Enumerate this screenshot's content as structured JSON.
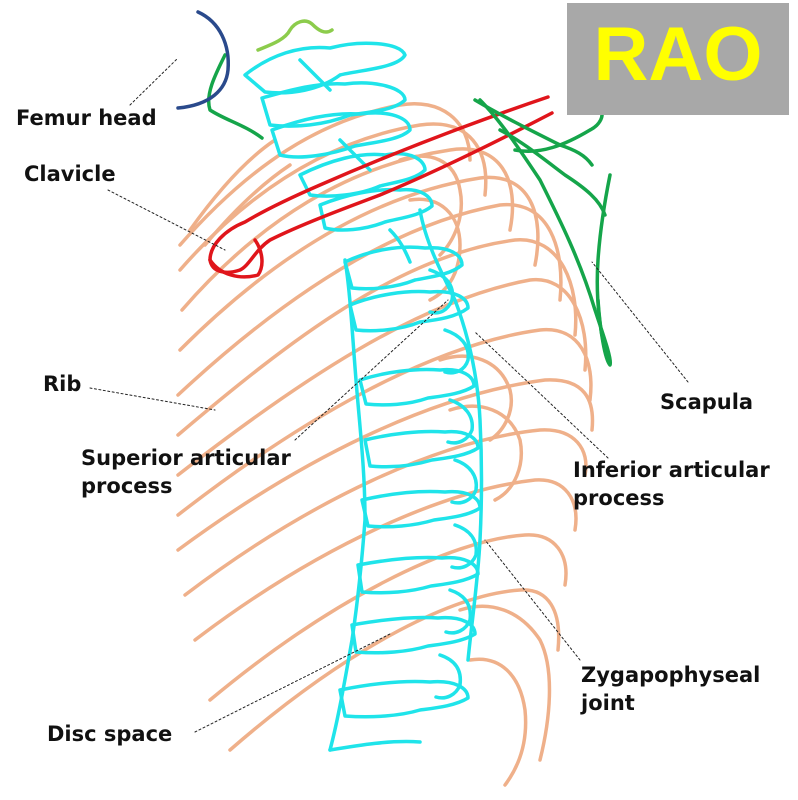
{
  "view_badge": "RAO",
  "colors": {
    "vertebrae": "#1fe4ea",
    "ribs": "#efb08a",
    "clavicle": "#e0151b",
    "scapula": "#15a54a",
    "femur_head": "#2a4a8c",
    "accent_top": "#8ccc4c",
    "badge_bg": "#a8a8a8",
    "badge_text": "#ffff00"
  },
  "labels": {
    "femur_head": "Femur head",
    "clavicle": "Clavicle",
    "rib": "Rib",
    "superior_articular_process_1": "Superior articular",
    "superior_articular_process_2": "process",
    "disc_space": "Disc space",
    "scapula": "Scapula",
    "inferior_articular_process_1": "Inferior articular",
    "inferior_articular_process_2": "process",
    "zygapophyseal_joint_1": "Zygapophyseal",
    "zygapophyseal_joint_2": "joint"
  }
}
